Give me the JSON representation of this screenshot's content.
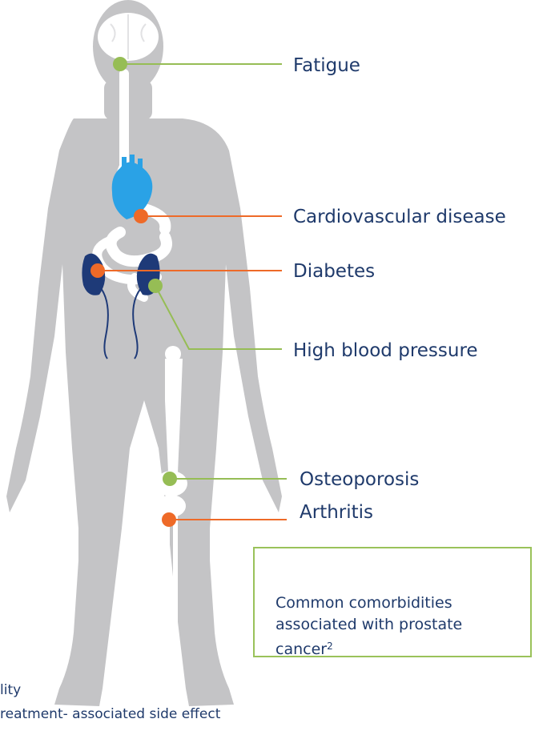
{
  "labels": {
    "fatigue": "Fatigue",
    "cardiovascular": "Cardiovascular disease",
    "diabetes": "Diabetes",
    "high_bp": "High blood pressure",
    "osteoporosis": "Osteoporosis",
    "arthritis": "Arthritis"
  },
  "note": {
    "text": "Common comorbidities associated with prostate cancer",
    "superscript": "2"
  },
  "legend": {
    "line1": "lity",
    "line2": "reatment- associated side effect"
  },
  "colors": {
    "body": "#c4c4c6",
    "green": "#96bd55",
    "orange": "#ee6a28",
    "heart": "#2aa2e6",
    "kidney": "#1e3a78",
    "text": "#1f3a6b"
  }
}
